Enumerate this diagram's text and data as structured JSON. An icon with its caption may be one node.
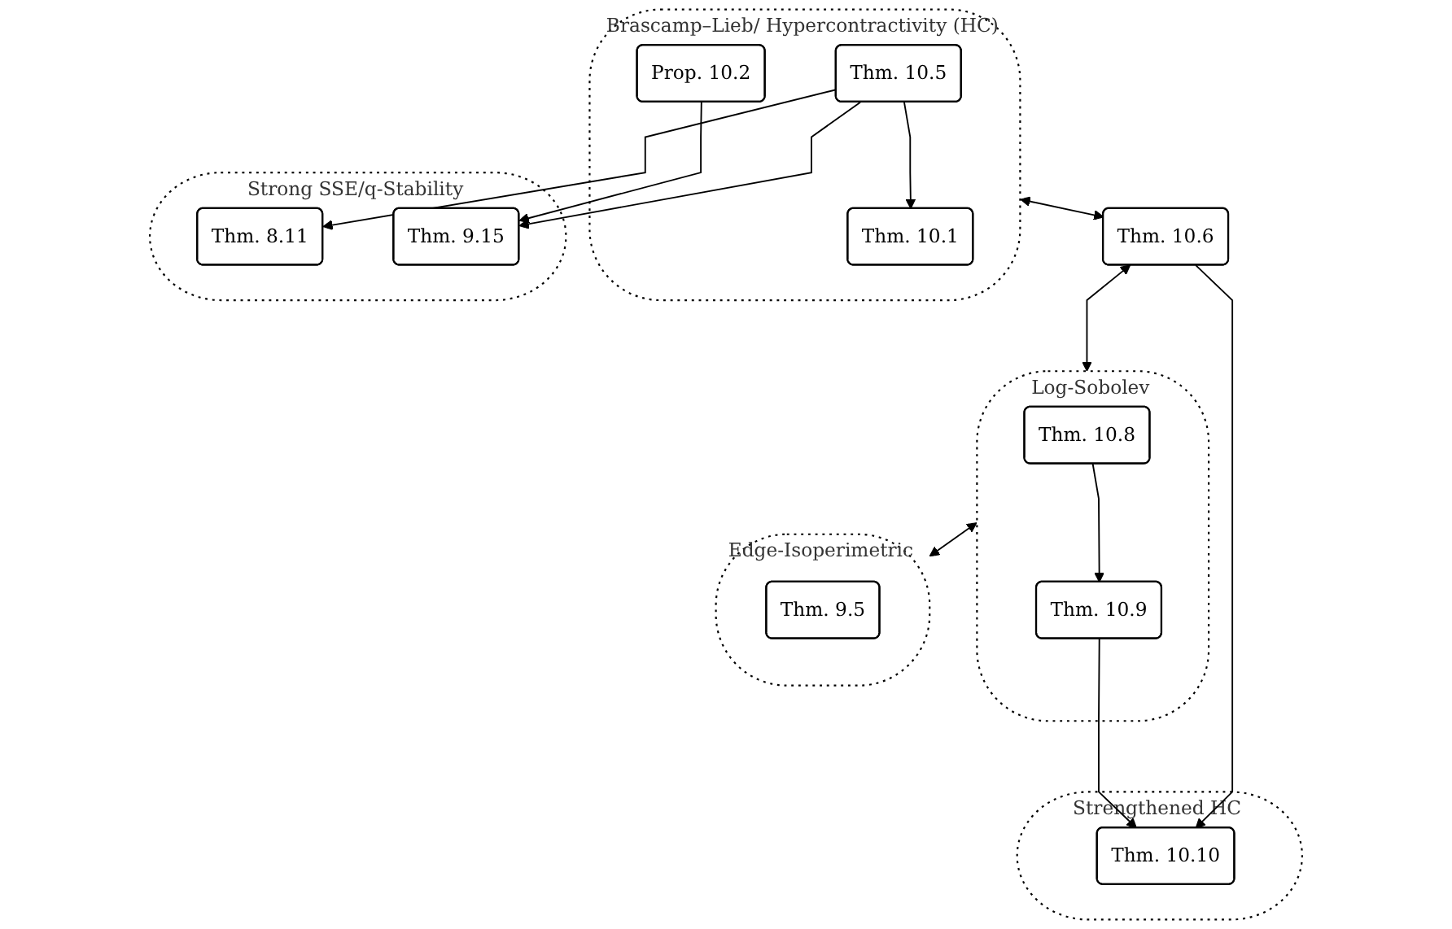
{
  "diagram": {
    "nodes": [
      {
        "text": [
          "Brascamp–Lieb/ Hypercontractivity (HC)"
        ]
      },
      {
        "text": [
          "Thm. 10.5"
        ],
        "in": 0
      },
      {
        "text": [
          "Prop. 10.2"
        ],
        "in": 0
      },
      {
        "text": [
          "Thm. 10.1"
        ],
        "in": 0
      },
      {
        "text": [
          "Thm. 10.6"
        ]
      },
      {
        "text": [
          "Log-Sobolev"
        ]
      },
      {
        "text": [
          "Thm. 10.8"
        ],
        "in": 5
      },
      {
        "text": [
          "Thm. 10.9"
        ],
        "in": 5
      },
      {
        "text": [
          "Strengthened HC"
        ]
      },
      {
        "text": [
          "Thm. 10.10"
        ],
        "in": 8
      },
      {
        "text": [
          "Strong SSE/q-Stability"
        ]
      },
      {
        "text": [
          "Thm. 8.11"
        ],
        "in": 10
      },
      {
        "text": [
          "Thm. 9.15"
        ],
        "in": 10
      },
      {
        "text": [
          "Edge-Isoperimetric"
        ]
      },
      {
        "text": [
          "Thm. 9.5"
        ],
        "in": 13
      }
    ],
    "edges": [
      {
        "from": 0,
        "to": 4,
        "arrow": "both"
      },
      {
        "from": 4,
        "to": 5,
        "arrow": "both"
      },
      {
        "from": 1,
        "to": 3,
        "arrow": "to"
      },
      {
        "from": 1,
        "to": 11,
        "arrow": "to"
      },
      {
        "from": 1,
        "to": 12,
        "arrow": "to"
      },
      {
        "from": 2,
        "to": 12,
        "arrow": "to"
      },
      {
        "from": 4,
        "to": 9,
        "arrow": "to"
      },
      {
        "from": 6,
        "to": 7,
        "arrow": "to"
      },
      {
        "from": 7,
        "to": 9,
        "arrow": "to"
      },
      {
        "from": 5,
        "to": 13,
        "arrow": "both"
      }
    ]
  }
}
